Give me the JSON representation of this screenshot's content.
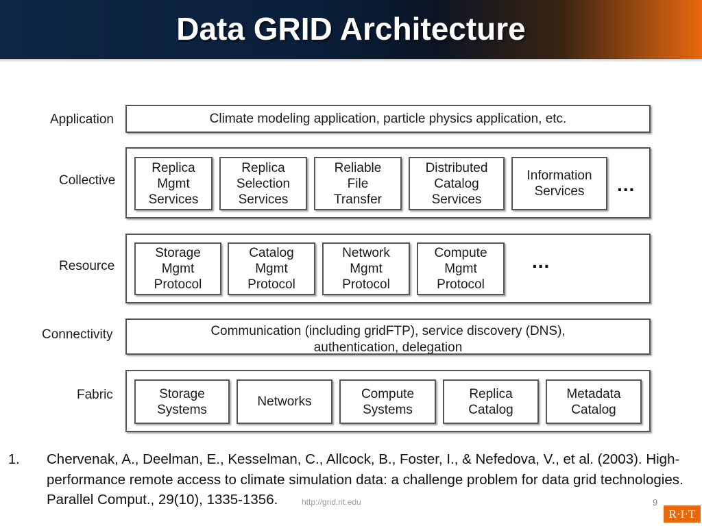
{
  "title": "Data GRID Architecture",
  "layers": {
    "application": {
      "label": "Application",
      "text": "Climate modeling application, particle physics application, etc."
    },
    "collective": {
      "label": "Collective",
      "components": [
        "Replica\nMgmt\nServices",
        "Replica\nSelection\nServices",
        "Reliable\nFile\nTransfer",
        "Distributed\nCatalog\nServices",
        "Information\nServices"
      ],
      "ellipsis": "..."
    },
    "resource": {
      "label": "Resource",
      "components": [
        "Storage\nMgmt\nProtocol",
        "Catalog\nMgmt\nProtocol",
        "Network\nMgmt\nProtocol",
        "Compute\nMgmt\nProtocol"
      ],
      "ellipsis": "..."
    },
    "connectivity": {
      "label": "Connectivity",
      "line1": "Communication (including gridFTP), service discovery (DNS),",
      "line2": "authentication, delegation"
    },
    "fabric": {
      "label": "Fabric",
      "components": [
        "Storage\nSystems",
        "Networks",
        "Compute\nSystems",
        "Replica\nCatalog",
        "Metadata\nCatalog"
      ]
    }
  },
  "reference": {
    "number": "1.",
    "text": "Chervenak, A., Deelman, E., Kesselman, C., Allcock, B., Foster, I., & Nefedova, V., et al. (2003). High-performance remote access to climate simulation data: a challenge problem for data grid technologies. Parallel Comput., 29(10), 1335-1356."
  },
  "footer": {
    "url": "http://grid.rit.edu",
    "page_number": "9",
    "logo_text": "R·I·T"
  },
  "colors": {
    "title_gradient_start": "#0f2745",
    "title_gradient_end": "#e8680e",
    "logo": "#e8680e"
  }
}
